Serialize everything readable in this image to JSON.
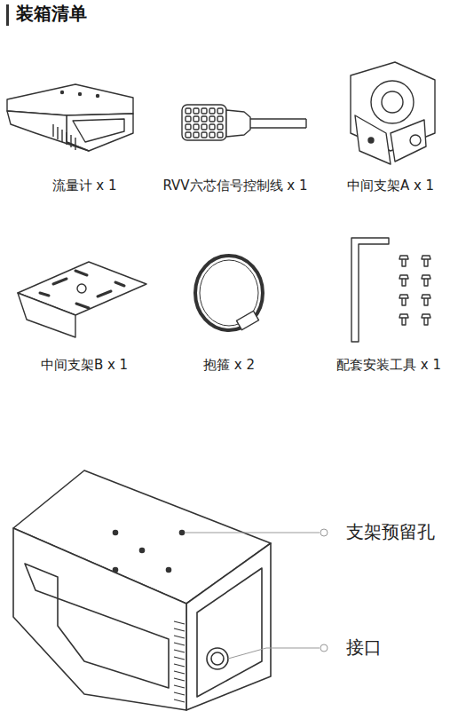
{
  "diagram": {
    "title": "装箱清单",
    "labels": [
      "流量计 x 1",
      "RVV六芯信号控制线 x 1",
      "中间支架A x 1",
      "中间支架B x 1",
      "抱箍 x 2",
      "配套安装工具 x 1",
      "支架预留孔",
      "接口"
    ]
  }
}
